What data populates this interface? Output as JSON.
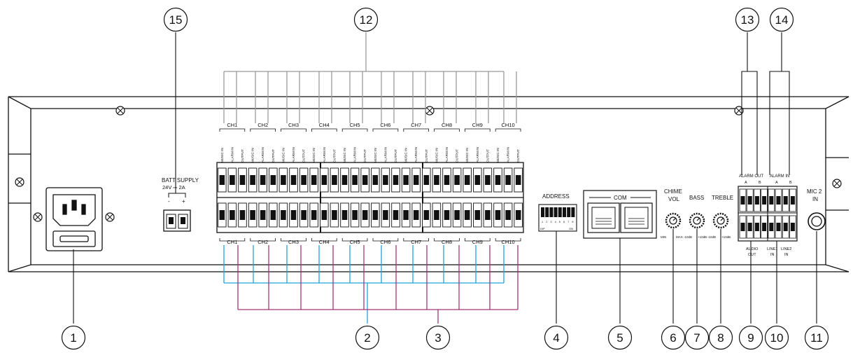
{
  "panel": {
    "batt_supply": {
      "title": "BATT SUPPLY",
      "rating": "24V ⎓ 2A",
      "minus": "-",
      "plus": "+"
    },
    "address": {
      "label": "ADDRESS",
      "dip": "DIP",
      "on": "ON",
      "numbers": [
        "1",
        "2",
        "3",
        "4",
        "5",
        "6",
        "7",
        "8"
      ]
    },
    "com": {
      "label": "COM"
    },
    "chime_vol": {
      "line1": "CHIME",
      "line2": "VOL",
      "min": "MIN",
      "max": "MAX"
    },
    "bass": {
      "label": "BASS",
      "min": "-10dB",
      "max": "+10dB"
    },
    "treble": {
      "label": "TREBLE",
      "min": "-10dB",
      "max": "+10dB"
    },
    "alarm_out": {
      "label": "ALARM OUT",
      "a": "A",
      "b": "B"
    },
    "alarm_in": {
      "label": "ALARM IN",
      "a": "A",
      "b": "B"
    },
    "audio_out": {
      "line1": "AUDIO",
      "line2": "OUT"
    },
    "line1_in": {
      "line1": "LINE1",
      "line2": "IN"
    },
    "line2_in": {
      "line1": "LINE2",
      "line2": "IN"
    },
    "mic2_in": {
      "line1": "MIC 2",
      "line2": "IN"
    }
  },
  "channels": [
    {
      "label": "CH1",
      "bottom_label": "CH1"
    },
    {
      "label": "CH2",
      "bottom_label": "CH2"
    },
    {
      "label": "CH3",
      "bottom_label": "CH3"
    },
    {
      "label": "CH4",
      "bottom_label": "CH4"
    },
    {
      "label": "CH5",
      "bottom_label": "CH5"
    },
    {
      "label": "CH6",
      "bottom_label": "CH6"
    },
    {
      "label": "CH7",
      "bottom_label": "CH7"
    },
    {
      "label": "CH8",
      "bottom_label": "CH8"
    },
    {
      "label": "CH9",
      "bottom_label": "CH9"
    },
    {
      "label": "CH10",
      "bottom_label": "CH10"
    }
  ],
  "terminal_labels": [
    "MUSIC IN",
    "ALARM IN",
    "OUTPUT"
  ],
  "callouts": [
    "1",
    "2",
    "3",
    "4",
    "5",
    "6",
    "7",
    "8",
    "9",
    "10",
    "11",
    "12",
    "13",
    "14",
    "15"
  ],
  "colors": {
    "line": "#111111",
    "gray_leader": "#9a9a9a",
    "blue_leader": "#1fa3dc",
    "purple_leader": "#a2357a"
  }
}
